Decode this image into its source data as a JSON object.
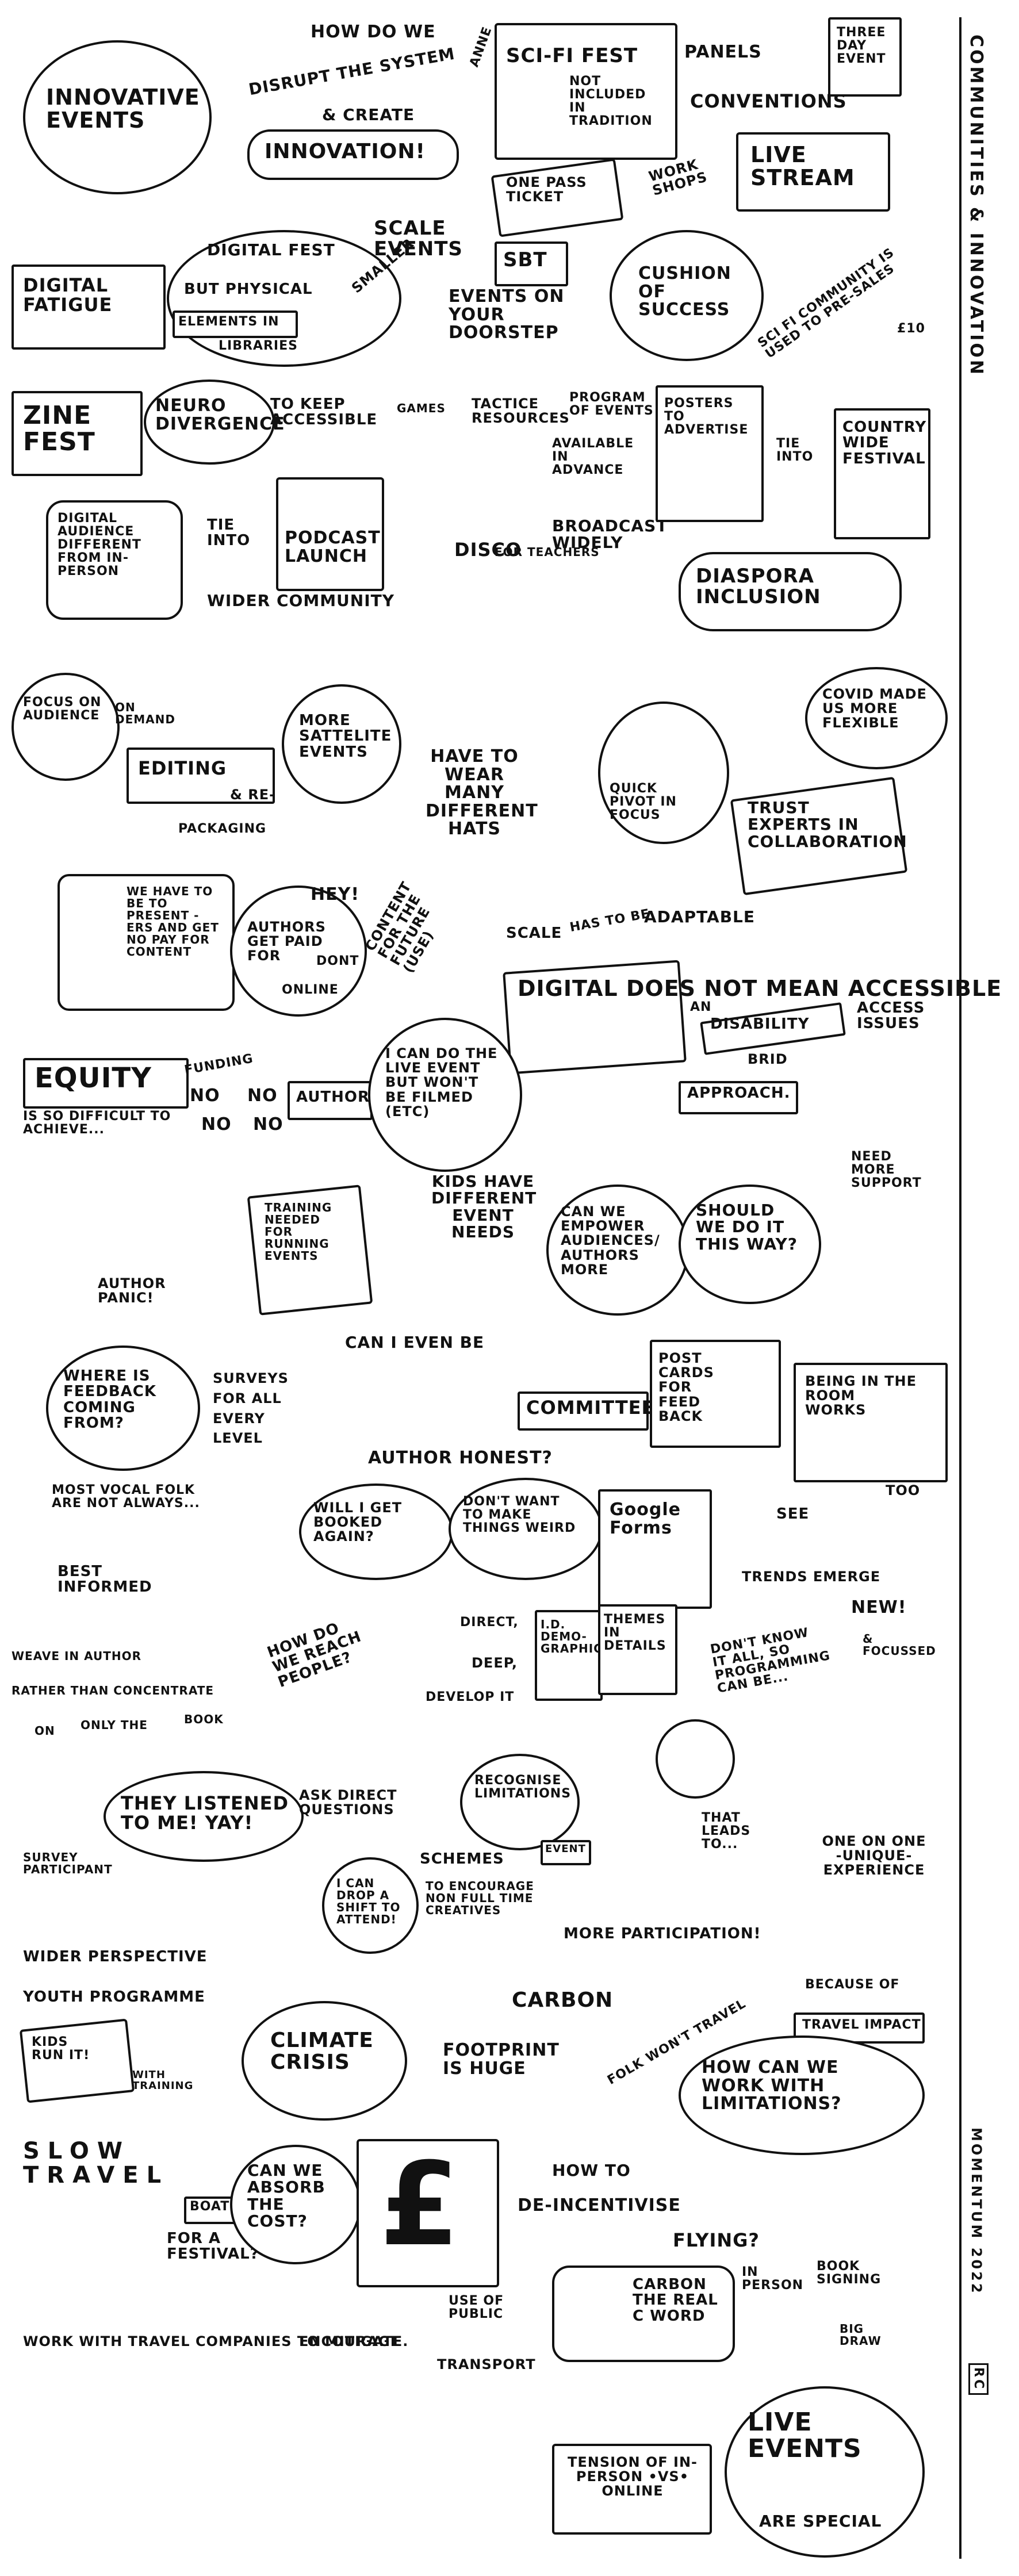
{
  "sidebar": {
    "title": "COMMUNITIES & INNOVATION",
    "credit": "MOMENTUM 2022",
    "badge": "RC"
  },
  "top": {
    "innovative_events": "INNOVATIVE EVENTS",
    "how_do_we": "HOW DO WE",
    "disrupt": "DISRUPT THE SYSTEM",
    "create": "& CREATE",
    "innovation": "INNOVATION!",
    "anne": "ANNE",
    "scifi_fest": "SCI-FI FEST",
    "not_included": "NOT INCLUDED IN TRADITION",
    "panels": "PANELS",
    "conventions": "CONVENTIONS",
    "three_day_event": "THREE DAY EVENT",
    "one_pass_ticket": "ONE PASS TICKET",
    "workshops": "WORK SHOPS",
    "live_stream": "LIVE STREAM"
  },
  "row2": {
    "digital_fatigue": "DIGITAL FATIGUE",
    "digital_fest": "DIGITAL FEST",
    "but_physical": "BUT PHYSICAL",
    "elements": "ELEMENTS IN",
    "libraries": "LIBRARIES",
    "smaller": "SMALLER",
    "scale_events": "SCALE EVENTS",
    "sbt": "SBT",
    "events_doorstep": "EVENTS ON YOUR DOORSTEP",
    "cushion": "CUSHION OF SUCCESS",
    "scifi_presales": "SCI FI COMMUNITY IS USED TO PRE-SALES",
    "ten": "£10"
  },
  "row3": {
    "zine_fest": "ZINE FEST",
    "neuro": "NEURO DIVERGENCE",
    "keep_accessible": "TO KEEP ACCESSIBLE",
    "games": "GAMES",
    "tactice": "TACTICE RESOURCES",
    "program": "PROGRAM OF EVENTS",
    "available": "AVAILABLE IN ADVANCE",
    "posters": "POSTERS TO ADVERTISE",
    "tie_into": "TIE INTO",
    "countrywide": "COUNTRY WIDE FESTIVAL"
  },
  "row4": {
    "digital_audience": "DIGITAL AUDIENCE DIFFERENT FROM IN-PERSON",
    "tie_into": "TIE INTO",
    "podcast": "PODCAST LAUNCH",
    "wider_community": "WIDER COMMUNITY",
    "disco": "DISCO",
    "for_teachers": "FOR TEACHERS",
    "broadcast": "BROADCAST WIDELY",
    "diaspora": "DIASPORA INCLUSION"
  },
  "row5": {
    "focus": "FOCUS ON AUDIENCE",
    "on_demand": "ON DEMAND",
    "editing": "EDITING",
    "re": "& RE-",
    "packaging": "PACKAGING",
    "satellite": "MORE SATTELITE EVENTS",
    "hats": "HAVE TO WEAR MANY DIFFERENT HATS",
    "pivot": "QUICK PIVOT IN FOCUS",
    "covid": "COVID MADE US MORE FLEXIBLE",
    "trust": "TRUST EXPERTS IN COLLABORATION"
  },
  "row6": {
    "present": "WE HAVE TO BE TO PRESENT -ERS AND GET NO PAY FOR CONTENT",
    "hey": "HEY!",
    "authors_paid": "AUTHORS GET PAID FOR",
    "dont": "DONT",
    "online": "ONLINE",
    "content_future": "CONTENT FOR THE FUTURE (USE)",
    "scale": "SCALE",
    "has_to_be": "HAS TO BE",
    "adaptable": "ADAPTABLE"
  },
  "row7": {
    "digital_not": "DIGITAL DOES NOT MEAN ACCESSIBLE",
    "an": "AN",
    "disability": "DISABILITY",
    "brid": "BRID",
    "approach": "APPROACH.",
    "access": "ACCESS ISSUES",
    "equity": "EQUITY",
    "equity_sub": "IS SO DIFFICULT TO ACHIEVE...",
    "funding": "FUNDING",
    "no": "NO",
    "author": "AUTHOR",
    "live_event": "I CAN DO THE LIVE EVENT BUT WON'T BE FILMED (ETC)"
  },
  "row8": {
    "author_panic": "AUTHOR PANIC!",
    "training": "TRAINING NEEDED FOR RUNNING EVENTS",
    "kids": "KIDS HAVE DIFFERENT EVENT NEEDS",
    "empower": "CAN WE EMPOWER AUDIENCES/ AUTHORS MORE",
    "should": "SHOULD WE DO IT THIS WAY?",
    "need_support": "NEED MORE SUPPORT"
  },
  "row9": {
    "feedback": "WHERE IS FEEDBACK COMING FROM?",
    "surveys": "SURVEYS FOR ALL EVERY LEVEL",
    "can_i_be": "CAN I EVEN BE",
    "author_honest": "AUTHOR HONEST?",
    "committee": "COMMITTEE",
    "postcards": "POST CARDS FOR FEED BACK",
    "being_room": "BEING IN THE ROOM WORKS",
    "too": "TOO",
    "booked": "WILL I GET BOOKED AGAIN?",
    "weird": "DON'T WANT TO MAKE THINGS WEIRD"
  },
  "row10": {
    "vocal": "MOST VOCAL FOLK ARE NOT ALWAYS...",
    "best": "BEST INFORMED",
    "google": "Google Forms",
    "see": "SEE",
    "trends": "TRENDS EMERGE",
    "reach": "HOW DO WE REACH PEOPLE?",
    "direct": "DIRECT,",
    "deep": "DEEP,",
    "develop": "DEVELOP IT",
    "demo": "I.D. DEMO- GRAPHICS",
    "themes": "THEMES IN DETAILS",
    "weave": "WEAVE IN AUTHOR",
    "rather": "RATHER THAN CONCENTRATE",
    "on": "ON",
    "only_the": "ONLY THE",
    "book": "BOOK",
    "dont_know": "DON'T KNOW IT ALL, SO PROGRAMMING CAN BE...",
    "new": "NEW!",
    "focussed": "& FOCUSSED"
  },
  "row11": {
    "survey_part": "SURVEY PARTICIPANT",
    "listened": "THEY LISTENED TO ME! YAY!",
    "ask": "ASK DIRECT QUESTIONS",
    "recognise": "RECOGNISE LIMITATIONS",
    "leads": "THAT LEADS TO...",
    "one_on_one": "ONE ON ONE -UNIQUE- EXPERIENCE",
    "shift": "I CAN DROP A SHIFT TO ATTEND!",
    "schemes": "SCHEMES",
    "encourage_non": "TO ENCOURAGE NON FULL TIME CREATIVES",
    "event": "EVENT",
    "more_part": "MORE PARTICIPATION!"
  },
  "row12": {
    "wider": "WIDER PERSPECTIVE",
    "youth": "YOUTH PROGRAMME",
    "kids_run": "KIDS RUN IT!",
    "with_training": "WITH TRAINING",
    "climate": "CLIMATE CRISIS",
    "carbon": "CARBON",
    "footprint": "FOOTPRINT IS HUGE",
    "because": "BECAUSE OF",
    "travel_impact": "TRAVEL IMPACT",
    "folk_travel": "FOLK WON'T TRAVEL",
    "limitations": "HOW CAN WE WORK WITH LIMITATIONS?"
  },
  "row13": {
    "slow_travel": "SLOW TRAVEL",
    "boats": "BOATS",
    "festival": "FOR A FESTIVAL?",
    "absorb": "CAN WE ABSORB THE COST?",
    "pound": "£",
    "how_to": "HOW TO",
    "deincentivise": "DE-INCENTIVISE",
    "flying": "FLYING?",
    "carbon_c": "CARBON THE REAL C WORD",
    "in_person": "IN PERSON",
    "book_signing": "BOOK SIGNING",
    "big_draw": "BIG DRAW",
    "work_travel": "WORK WITH TRAVEL COMPANIES TO MITIGATE.",
    "encourage": "ENCOURAGE",
    "use_public": "USE OF PUBLIC",
    "transport": "TRANSPORT",
    "tension": "TENSION OF IN-PERSON •VS• ONLINE",
    "live_events": "LIVE EVENTS",
    "are_special": "ARE SPECIAL"
  }
}
